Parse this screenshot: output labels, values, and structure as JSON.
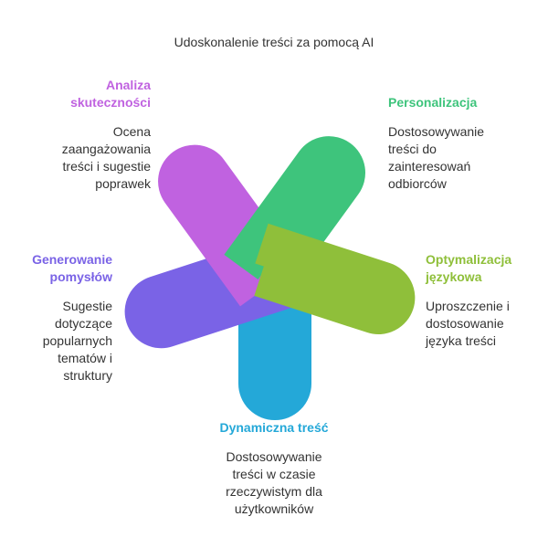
{
  "title": "Udoskonalenie treści za pomocą AI",
  "colors": {
    "analiza": "#c062e0",
    "personalizacja": "#3ec47c",
    "optymalizacja": "#8fbf3a",
    "dynamiczna": "#24a8d8",
    "generowanie": "#7a63e6"
  },
  "items": [
    {
      "key": "analiza",
      "heading": "Analiza\nskuteczności",
      "description": "Ocena\nzaangażowania\ntreści i sugestie\npoprawek"
    },
    {
      "key": "personalizacja",
      "heading": "Personalizacja",
      "description": "Dostosowywanie\ntreści do\nzainteresowań\nodbiorców"
    },
    {
      "key": "optymalizacja",
      "heading": "Optymalizacja\njęzykowa",
      "description": "Uproszczenie i\ndostosowanie\njęzyka treści"
    },
    {
      "key": "generowanie",
      "heading": "Generowanie\npomysłów",
      "description": "Sugestie\ndotyczące\npopularnych\ntematów i\nstruktury"
    },
    {
      "key": "dynamiczna",
      "heading": "Dynamiczna treść",
      "description": "Dostosowywanie\ntreści w czasie\nrzeczywistym dla\nużytkowników"
    }
  ]
}
